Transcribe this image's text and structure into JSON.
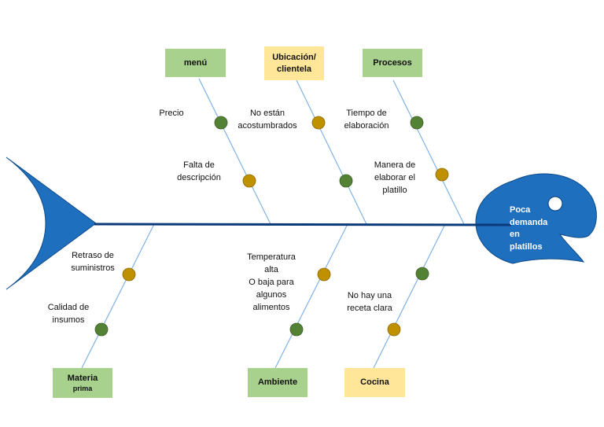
{
  "effect": {
    "lines": [
      "Poca",
      "demanda",
      "en",
      "platillos"
    ]
  },
  "categories": {
    "menu": "menú",
    "ubicacion": [
      "Ubicación/",
      "clientela"
    ],
    "procesos": "Procesos",
    "materia": [
      "Materia",
      "prima"
    ],
    "ambiente": "Ambiente",
    "cocina": "Cocina"
  },
  "causes": {
    "precio": "Precio",
    "falta_descripcion": [
      "Falta de",
      "descripción"
    ],
    "no_acostumbrados": [
      "No están",
      "acostumbrados"
    ],
    "tiempo_elaboracion": [
      "Tiempo de",
      "elaboración"
    ],
    "manera_elaborar": [
      "Manera de",
      "elaborar el",
      "platillo"
    ],
    "retraso": [
      "Retraso de",
      "suministros"
    ],
    "calidad": [
      "Calidad de",
      "insumos"
    ],
    "temperatura": [
      "Temperatura",
      "alta",
      "O baja para",
      "algunos",
      "alimentos"
    ],
    "receta": [
      "No hay una",
      "receta clara"
    ]
  },
  "colors": {
    "fish": "#1f6fbf",
    "spine": "#0b3a78",
    "bone": "#7fb2e5",
    "green_box": "#a9d18e",
    "yellow_box": "#ffe699",
    "green_dot": "#548235",
    "yellow_dot": "#bf9000"
  }
}
